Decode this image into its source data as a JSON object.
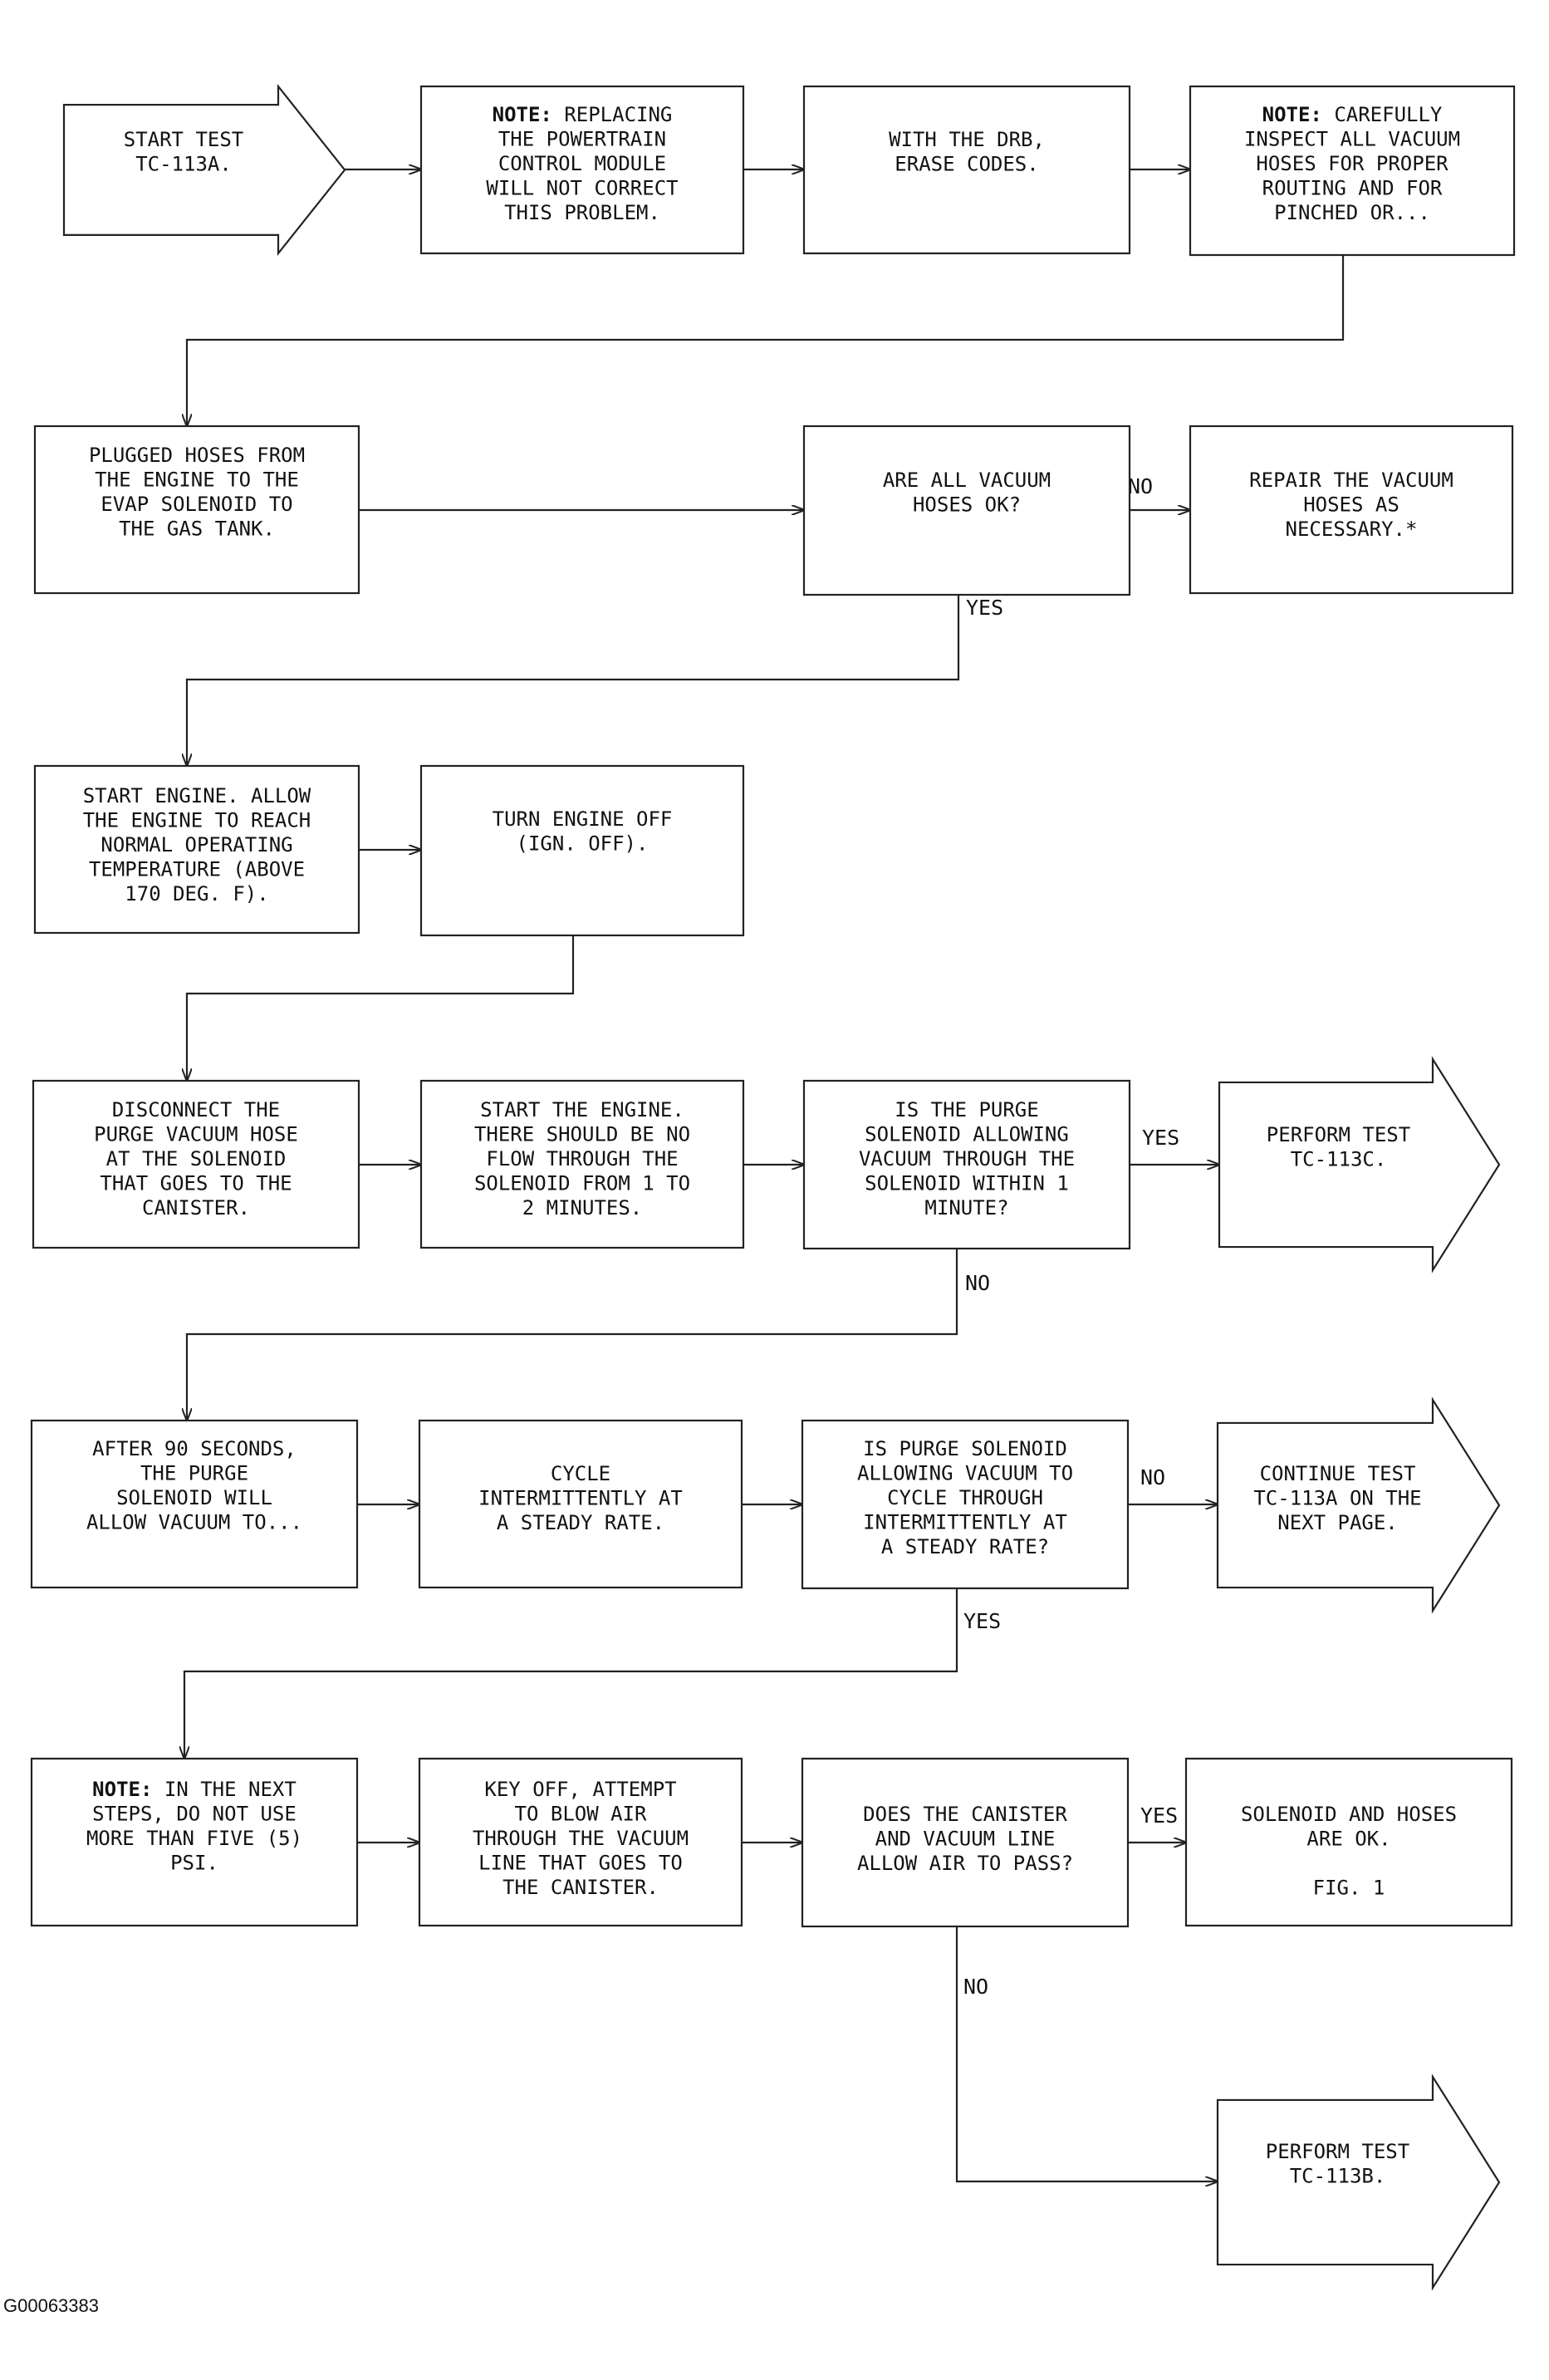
{
  "nodes": {
    "start": {
      "shape": "arrow",
      "lines": [
        [
          "",
          "START TEST"
        ],
        [
          "",
          "TC-113A."
        ]
      ]
    },
    "note1": {
      "shape": "box",
      "lines": [
        [
          "NOTE:",
          " REPLACING"
        ],
        [
          "",
          "THE POWERTRAIN"
        ],
        [
          "",
          "CONTROL MODULE"
        ],
        [
          "",
          "WILL NOT CORRECT"
        ],
        [
          "",
          "THIS PROBLEM."
        ]
      ]
    },
    "erase": {
      "shape": "box",
      "lines": [
        [
          "",
          "WITH THE DRB,"
        ],
        [
          "",
          "ERASE CODES."
        ]
      ]
    },
    "note2": {
      "shape": "box",
      "lines": [
        [
          "NOTE:",
          " CAREFULLY"
        ],
        [
          "",
          "INSPECT ALL VACUUM"
        ],
        [
          "",
          "HOSES FOR PROPER"
        ],
        [
          "",
          "ROUTING AND FOR"
        ],
        [
          "",
          "PINCHED OR..."
        ]
      ]
    },
    "plugged": {
      "shape": "box",
      "lines": [
        [
          "",
          "PLUGGED HOSES FROM"
        ],
        [
          "",
          "THE ENGINE TO THE"
        ],
        [
          "",
          "EVAP SOLENOID TO"
        ],
        [
          "",
          "THE GAS TANK."
        ]
      ]
    },
    "q_hoses": {
      "shape": "box",
      "lines": [
        [
          "",
          "ARE ALL VACUUM"
        ],
        [
          "",
          "HOSES OK?"
        ]
      ]
    },
    "repair": {
      "shape": "box",
      "lines": [
        [
          "",
          "REPAIR THE VACUUM"
        ],
        [
          "",
          "HOSES AS"
        ],
        [
          "",
          "NECESSARY.*"
        ]
      ]
    },
    "start_eng": {
      "shape": "box",
      "lines": [
        [
          "",
          "START ENGINE. ALLOW"
        ],
        [
          "",
          "THE ENGINE TO REACH"
        ],
        [
          "",
          "NORMAL OPERATING"
        ],
        [
          "",
          "TEMPERATURE (ABOVE"
        ],
        [
          "",
          "170 DEG. F)."
        ]
      ]
    },
    "turn_off": {
      "shape": "box",
      "lines": [
        [
          "",
          "TURN ENGINE OFF"
        ],
        [
          "",
          "(IGN. OFF)."
        ]
      ]
    },
    "disconnect": {
      "shape": "box",
      "lines": [
        [
          "",
          "DISCONNECT THE"
        ],
        [
          "",
          "PURGE VACUUM HOSE"
        ],
        [
          "",
          "AT THE SOLENOID"
        ],
        [
          "",
          "THAT GOES TO THE"
        ],
        [
          "",
          "CANISTER."
        ]
      ]
    },
    "start_the": {
      "shape": "box",
      "lines": [
        [
          "",
          "START THE ENGINE."
        ],
        [
          "",
          "THERE SHOULD BE NO"
        ],
        [
          "",
          "FLOW THROUGH THE"
        ],
        [
          "",
          "SOLENOID FROM 1 TO"
        ],
        [
          "",
          "2 MINUTES."
        ]
      ]
    },
    "q_purge1": {
      "shape": "box",
      "lines": [
        [
          "",
          "IS THE PURGE"
        ],
        [
          "",
          "SOLENOID ALLOWING"
        ],
        [
          "",
          "VACUUM THROUGH THE"
        ],
        [
          "",
          "SOLENOID WITHIN 1"
        ],
        [
          "",
          "MINUTE?"
        ]
      ]
    },
    "test_c": {
      "shape": "arrow",
      "lines": [
        [
          "",
          "PERFORM TEST"
        ],
        [
          "",
          "TC-113C."
        ]
      ]
    },
    "after90": {
      "shape": "box",
      "lines": [
        [
          "",
          "AFTER 90 SECONDS,"
        ],
        [
          "",
          "THE PURGE"
        ],
        [
          "",
          "SOLENOID WILL"
        ],
        [
          "",
          "ALLOW VACUUM TO..."
        ]
      ]
    },
    "cycle": {
      "shape": "box",
      "lines": [
        [
          "",
          "CYCLE"
        ],
        [
          "",
          "INTERMITTENTLY AT"
        ],
        [
          "",
          "A STEADY RATE."
        ]
      ]
    },
    "q_purge2": {
      "shape": "box",
      "lines": [
        [
          "",
          "IS PURGE SOLENOID"
        ],
        [
          "",
          "ALLOWING VACUUM TO"
        ],
        [
          "",
          "CYCLE THROUGH"
        ],
        [
          "",
          "INTERMITTENTLY AT"
        ],
        [
          "",
          "A STEADY RATE?"
        ]
      ]
    },
    "continue": {
      "shape": "arrow",
      "lines": [
        [
          "",
          "CONTINUE TEST"
        ],
        [
          "",
          "TC-113A ON THE"
        ],
        [
          "",
          "NEXT PAGE."
        ]
      ]
    },
    "note3": {
      "shape": "box",
      "lines": [
        [
          "NOTE:",
          " IN THE NEXT"
        ],
        [
          "",
          "STEPS, DO NOT USE"
        ],
        [
          "",
          "MORE THAN FIVE (5)"
        ],
        [
          "",
          "PSI."
        ]
      ]
    },
    "key_off": {
      "shape": "box",
      "lines": [
        [
          "",
          "KEY OFF, ATTEMPT"
        ],
        [
          "",
          "TO BLOW AIR"
        ],
        [
          "",
          "THROUGH THE VACUUM"
        ],
        [
          "",
          "LINE THAT GOES TO"
        ],
        [
          "",
          "THE CANISTER."
        ]
      ]
    },
    "q_canister": {
      "shape": "box",
      "lines": [
        [
          "",
          "DOES THE CANISTER"
        ],
        [
          "",
          "AND VACUUM LINE"
        ],
        [
          "",
          "ALLOW AIR TO PASS?"
        ]
      ]
    },
    "ok": {
      "shape": "box",
      "lines": [
        [
          "",
          "SOLENOID AND HOSES"
        ],
        [
          "",
          "ARE OK."
        ],
        [
          "",
          ""
        ],
        [
          "",
          "FIG. 1"
        ]
      ]
    },
    "test_b": {
      "shape": "arrow",
      "lines": [
        [
          "",
          "PERFORM TEST"
        ],
        [
          "",
          "TC-113B."
        ]
      ]
    }
  },
  "edge_labels": {
    "hoses_no": "NO",
    "hoses_yes": "YES",
    "purge1_yes": "YES",
    "purge1_no": "NO",
    "purge2_no": "NO",
    "purge2_yes": "YES",
    "canister_yes": "YES",
    "canister_no": "NO"
  },
  "figure_id": "G00063383"
}
